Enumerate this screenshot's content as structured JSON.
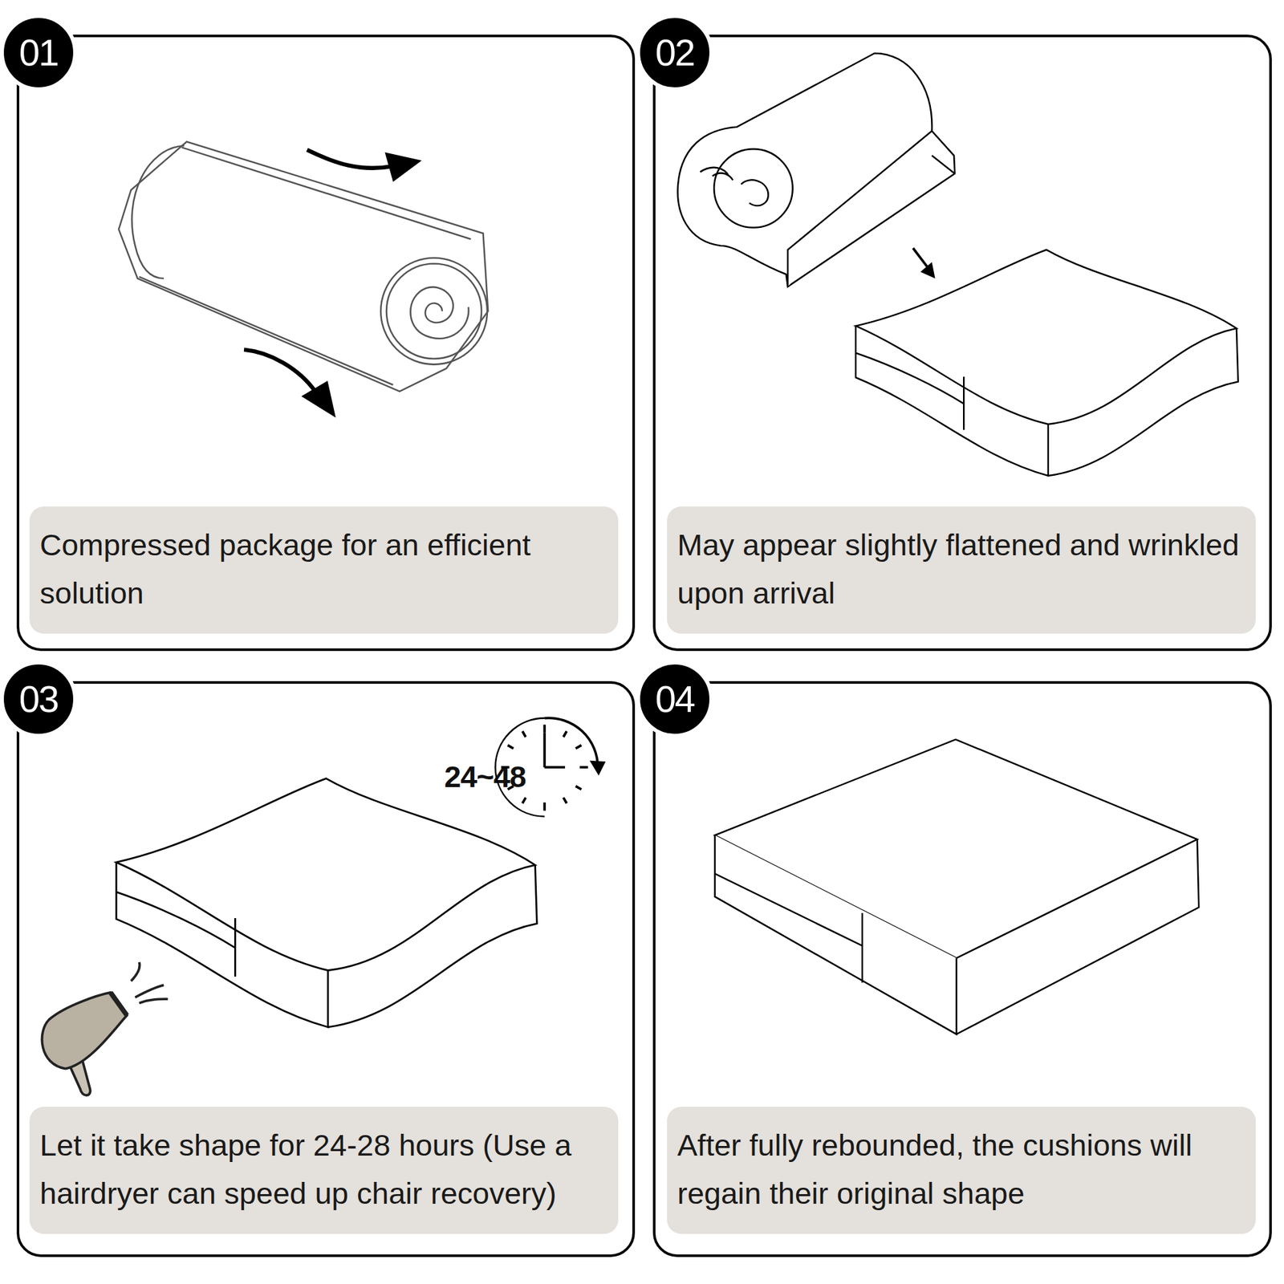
{
  "diagram": {
    "nodes": [
      {
        "text": [
          "01",
          "Compressed package for an efficient solution"
        ]
      },
      {
        "text": [
          "02",
          "May appear slightly flattened and wrinkled upon arrival"
        ]
      },
      {
        "text": [
          "03",
          "Let it take shape for 24-28 hours (Use a hairdryer can speed up chair recovery)"
        ]
      },
      {
        "text": [
          "04",
          "After fully rebounded, the cushions will regain their original shape"
        ]
      }
    ],
    "labels": [
      "24~48"
    ]
  }
}
